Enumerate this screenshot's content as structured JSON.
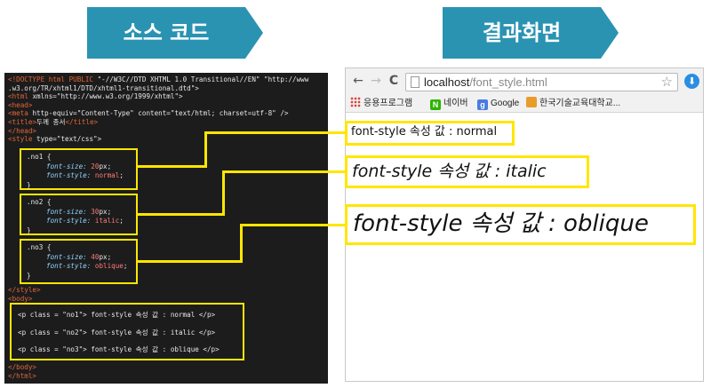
{
  "banners": {
    "left": "소스 코드",
    "right": "결과화면",
    "color": "#2a93b2"
  },
  "code": {
    "lines": [
      {
        "parts": [
          [
            "tag",
            "<!DOCTYPE html PUBLIC "
          ],
          [
            "str",
            "\"-//W3C//DTD XHTML 1.0 Transitional//EN\" \"http://www"
          ]
        ]
      },
      {
        "parts": [
          [
            "str",
            ".w3.org/TR/xhtml1/DTD/xhtml1-transitional.dtd\">"
          ]
        ]
      },
      {
        "parts": [
          [
            "tag",
            "<html "
          ],
          [
            "attr",
            "xmlns=\"http://www.w3.org/1999/xhtml\">"
          ]
        ]
      },
      {
        "parts": [
          [
            "tag",
            "<head>"
          ]
        ]
      },
      {
        "parts": [
          [
            "tag",
            "<meta "
          ],
          [
            "attr",
            "http-equiv=\"Content-Type\" content=\"text/html; charset=utf-8\" />"
          ]
        ]
      },
      {
        "parts": [
          [
            "tag",
            "<title>"
          ],
          [
            "attr",
            "두께 종서"
          ],
          [
            "tag",
            "</title>"
          ]
        ]
      },
      {
        "parts": [
          [
            "tag",
            "</head>"
          ]
        ]
      },
      {
        "parts": [
          [
            "tag",
            "<style "
          ],
          [
            "attr",
            "type=\"text/css\">"
          ]
        ]
      }
    ],
    "css_blocks": [
      {
        "selector": ".no1 {",
        "props": [
          [
            "font-size: ",
            "20",
            "px;"
          ],
          [
            "font-style: ",
            "normal",
            ";"
          ]
        ],
        "close": "}"
      },
      {
        "selector": ".no2 {",
        "props": [
          [
            "font-size: ",
            "30",
            "px;"
          ],
          [
            "font-style: ",
            "italic",
            ";"
          ]
        ],
        "close": "}"
      },
      {
        "selector": ".no3 {",
        "props": [
          [
            "font-size: ",
            "40",
            "px;"
          ],
          [
            "font-style: ",
            "oblique",
            ";"
          ]
        ],
        "close": "}"
      }
    ],
    "after_css": [
      "</style>",
      "<body>"
    ],
    "p_lines": [
      "<p class = \"no1\"> font-style 속성 값 : normal </p>",
      "<p class = \"no2\"> font-style 속성 값 : italic </p>",
      "<p class = \"no3\"> font-style 속성 값 : oblique </p>"
    ],
    "end_lines": [
      "</body>",
      "</html>"
    ]
  },
  "browser": {
    "back": "←",
    "forward": "→",
    "reload": "C",
    "url_host": "localhost",
    "url_path": "/font_style.html",
    "star": "☆",
    "menu": "⬇",
    "bookmarks": [
      {
        "label": "응용프로그램",
        "color": "#d9453b"
      },
      {
        "label": "네이버",
        "color": "#2db400"
      },
      {
        "label": "Google",
        "color": "#4a7be0"
      },
      {
        "label": "한국기술교육대학교...",
        "color": "#e89c2a"
      }
    ]
  },
  "outputs": [
    {
      "text": "font-style 속성 값 : normal"
    },
    {
      "text": "font-style 속성 값 : italic"
    },
    {
      "text": "font-style 속성 값 : oblique"
    }
  ],
  "highlight_color": "#ffe600"
}
